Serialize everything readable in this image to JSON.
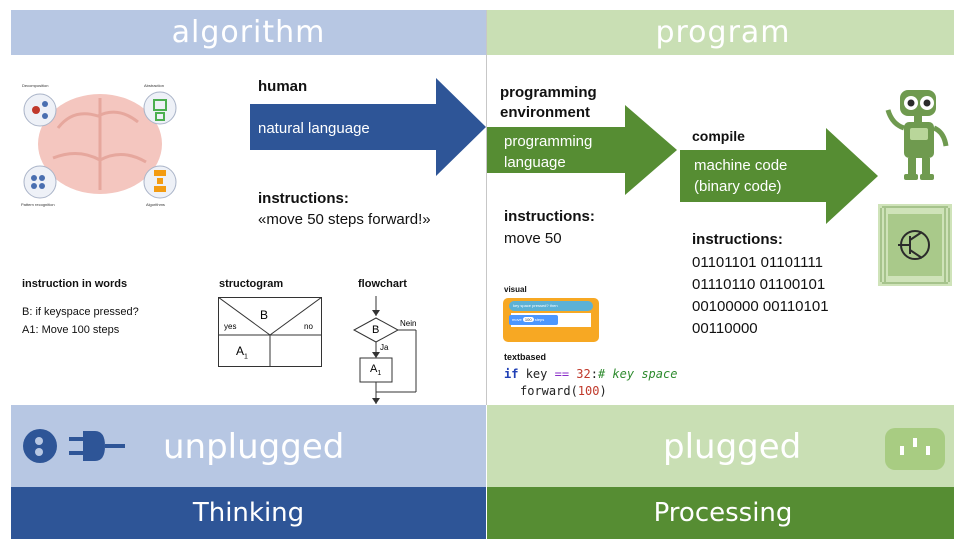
{
  "header": {
    "left_title": "algorithm",
    "right_title": "program"
  },
  "algorithm": {
    "human_label": "human",
    "arrow_text": "natural language",
    "instructions_heading": "instructions:",
    "instructions_text": "«move 50 steps forward!»",
    "words_heading": "instruction in words",
    "words_line1": "B: if keyspace pressed?",
    "words_line2": "A1: Move 100 steps",
    "structogram_heading": "structogram",
    "structogram": {
      "b": "B",
      "yes": "yes",
      "no": "no",
      "a": "A",
      "a_sub": "1"
    },
    "flowchart_heading": "flowchart",
    "flowchart": {
      "b": "B",
      "no": "Nein",
      "yes": "Ja",
      "a": "A",
      "a_sub": "1"
    },
    "brain_labels": [
      "Decomposition",
      "Abstraction",
      "Pattern recognition",
      "Algorithms"
    ]
  },
  "program": {
    "env_label_line1": "programming",
    "env_label_line2": "environment",
    "arrow1_line1": "programming",
    "arrow1_line2": "language",
    "compile_label": "compile",
    "arrow2_line1": "machine code",
    "arrow2_line2": "(binary code)",
    "instructions_heading": "instructions:",
    "instructions_text": "move 50",
    "binary_heading": "instructions:",
    "binary_lines": [
      "01101101 01101111",
      "01110110 01100101",
      "00100000 00110101",
      "00110000"
    ],
    "visual_heading": "visual",
    "scratch": {
      "when": "key",
      "key": "space",
      "pressed": "pressed?",
      "then": "then",
      "move": "move",
      "steps_value": "100",
      "steps": "steps"
    },
    "textbased_heading": "textbased",
    "code": {
      "kw_if": "if",
      "var": "key",
      "op": "==",
      "num": "32",
      "colon": ":",
      "comment": "# key space",
      "call": "forward(",
      "arg": "100",
      "close": ")"
    }
  },
  "footer": {
    "unplugged": "unplugged",
    "plugged": "plugged",
    "thinking": "Thinking",
    "processing": "Processing"
  },
  "colors": {
    "blue_dark": "#2e5597",
    "blue_light": "#b7c7e3",
    "green_dark": "#568d33",
    "green_light": "#c9dfb4",
    "robot": "#6f9a4f"
  },
  "icons": [
    "brain-puzzle-icon",
    "plug-icon",
    "socket-icon",
    "robot-icon",
    "chip-icon"
  ]
}
